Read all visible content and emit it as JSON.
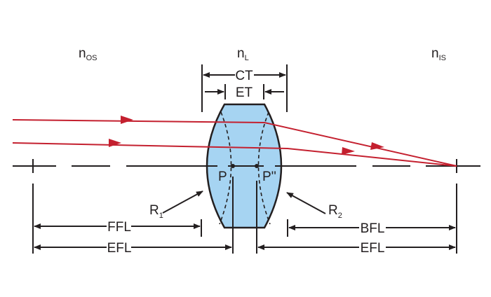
{
  "labels": {
    "n_os": {
      "main": "n",
      "sub": "OS"
    },
    "n_l": {
      "main": "n",
      "sub": "L"
    },
    "n_is": {
      "main": "n",
      "sub": "IS"
    },
    "ct": "CT",
    "et": "ET",
    "p": "P",
    "p2": "P''",
    "r1": {
      "main": "R",
      "sub": "1"
    },
    "r2": {
      "main": "R",
      "sub": "2"
    },
    "ffl": "FFL",
    "efl_front": "EFL",
    "bfl": "BFL",
    "efl_back": "EFL"
  },
  "colors": {
    "lens": "#a6d4f2",
    "ray": "#c4202f",
    "line": "#231f20"
  }
}
